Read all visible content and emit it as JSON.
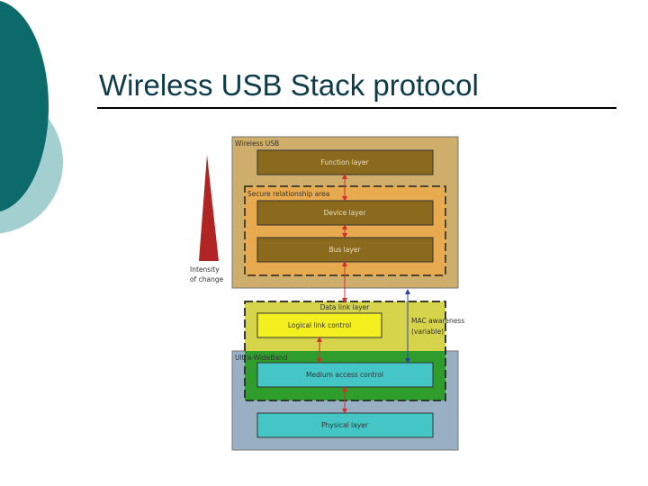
{
  "title": "Wireless USB Stack protocol",
  "colors": {
    "wireless_usb_bg": "#cfae6c",
    "secure_area_bg": "#e8aa4e",
    "layer_brown": "#8b6a1e",
    "data_link_bg": "#d6d44a",
    "llc_yellow": "#f4f020",
    "uwb_bg": "#99b0c4",
    "uwb_green": "#2e9d2c",
    "cyan_layer": "#45c6c6",
    "triangle": "#b02424",
    "arrow_red": "#d03030",
    "arrow_blue": "#2c3fb0",
    "deco_dark": "#0d6a6a",
    "deco_light": "#a3cfd1"
  },
  "diagram": {
    "wireless_usb_label": "Wireless USB",
    "function_layer": "Function layer",
    "secure_area_label": "Secure relationship area",
    "device_layer": "Device layer",
    "bus_layer": "Bus layer",
    "data_link_label": "Data link layer",
    "logical_link_control": "Logical link control",
    "mac_awareness_line1": "MAC awareness",
    "mac_awareness_line2": "(variable)",
    "uwb_label": "Ultra-WideBand",
    "medium_access_control": "Medium access control",
    "physical_layer": "Physical layer",
    "intensity_line1": "Intensity",
    "intensity_line2": "of change"
  }
}
